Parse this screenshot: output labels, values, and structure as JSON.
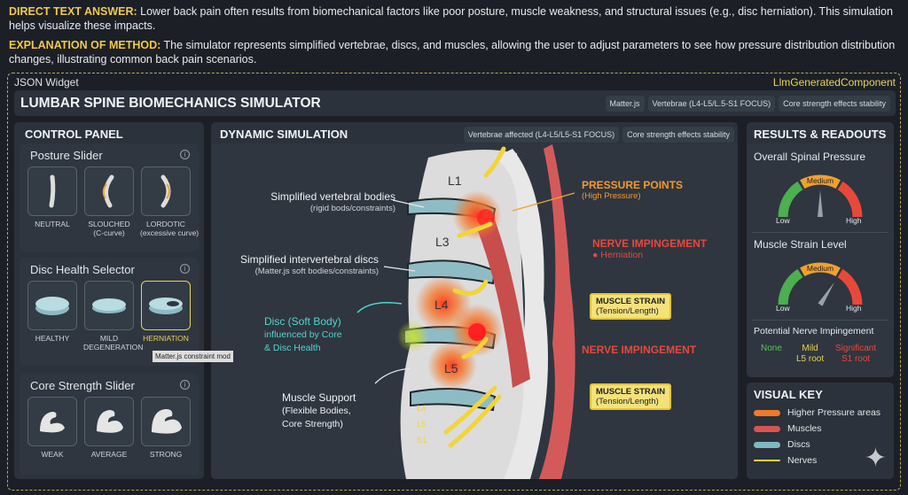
{
  "intro": {
    "answer_label": "DIRECT TEXT ANSWER:",
    "answer": " Lower back pain often results from biomechanical factors like poor posture, muscle weakness, and structural issues (e.g., disc herniation). This simulation helps visualize these impacts.",
    "method_label": "EXPLANATION OF METHOD:",
    "method": " The simulator represents simplified vertebrae, discs, and muscles, allowing the user to adjust parameters to see how pressure distribution distribution changes, illustrating common back pain scenarios."
  },
  "widget": {
    "label": "JSON Widget",
    "component": "LlmGeneratedComponent"
  },
  "header": {
    "title": "LUMBAR SPINE BIOMECHANICS SIMULATOR",
    "chips": [
      "Matter.js",
      "Vertebrae (L4-L5/L.5-S1 FOCUS)",
      "Core strength effects stability"
    ]
  },
  "control": {
    "title": "CONTROL PANEL",
    "posture": {
      "title": "Posture Slider",
      "options": [
        {
          "label": "NEUTRAL"
        },
        {
          "label": "SLOUCHED\n(C-curve)"
        },
        {
          "label": "LORDOTIC\n(excessive curve)"
        }
      ]
    },
    "disc": {
      "title": "Disc Health Selector",
      "options": [
        {
          "label": "HEALTHY"
        },
        {
          "label": "MILD\nDEGENERATION"
        },
        {
          "label": "HERNIATION"
        }
      ],
      "selected": "HERNIATION",
      "tooltip": "Matter.js constraint mod"
    },
    "core": {
      "title": "Core Strength Slider",
      "options": [
        {
          "label": "WEAK"
        },
        {
          "label": "AVERAGE"
        },
        {
          "label": "STRONG"
        }
      ]
    }
  },
  "sim": {
    "title": "DYNAMIC SIMULATION",
    "chips": [
      "Vertebrae affected (L4-L5/L5-S1 FOCUS)",
      "Core strength effects stability"
    ],
    "labels": {
      "vert": "Simplified vertebral bodies",
      "vert_sub": "(rigid bods/constraints)",
      "disc": "Simplified intervertebral discs",
      "disc_sub": "(Matter.js soft bodies/constraints)",
      "soft1": "Disc (Soft Body)",
      "soft2": "influenced by Core",
      "soft3": "& Disc Health",
      "muscle1": "Muscle Support",
      "muscle2": "(Flexible Bodies,",
      "muscle3": "Core Strength)",
      "pp": "PRESSURE POINTS",
      "pp_sub": "(High Pressure)",
      "ni1": "NERVE IMPINGEMENT",
      "ni1_sub": "Herniation",
      "ni2": "NERVE IMPINGEMENT",
      "ms1a": "MUSCLE STRAIN",
      "ms1b": "(Tension/Length)",
      "ms2a": "MUSCLE STRAIN",
      "ms2b": "(Tension/Length)"
    },
    "vertebrae": [
      "L1",
      "L3",
      "L4",
      "L5"
    ],
    "nerves": [
      "L4",
      "L5",
      "S1"
    ]
  },
  "results": {
    "title": "RESULTS & READOUTS",
    "pressure": {
      "title": "Overall Spinal Pressure",
      "mid": "Medium",
      "low": "Low",
      "high": "High",
      "value": 0.5
    },
    "muscle": {
      "title": "Muscle Strain Level",
      "mid": "Medium",
      "low": "Low",
      "high": "High",
      "value": 0.68
    },
    "nerve": {
      "title": "Potential Nerve Impingement",
      "none": "None",
      "mild1": "Mild",
      "mild2": "L5 root",
      "sig1": "Significant",
      "sig2": "S1 root"
    }
  },
  "key": {
    "title": "VISUAL KEY",
    "items": [
      {
        "label": "Higher Pressure areas",
        "color": "#f07a2a"
      },
      {
        "label": "Muscles",
        "color": "#d9534f"
      },
      {
        "label": "Discs",
        "color": "#7fb8c2"
      },
      {
        "label": "Nerves",
        "color": "#f2d43a"
      }
    ]
  }
}
